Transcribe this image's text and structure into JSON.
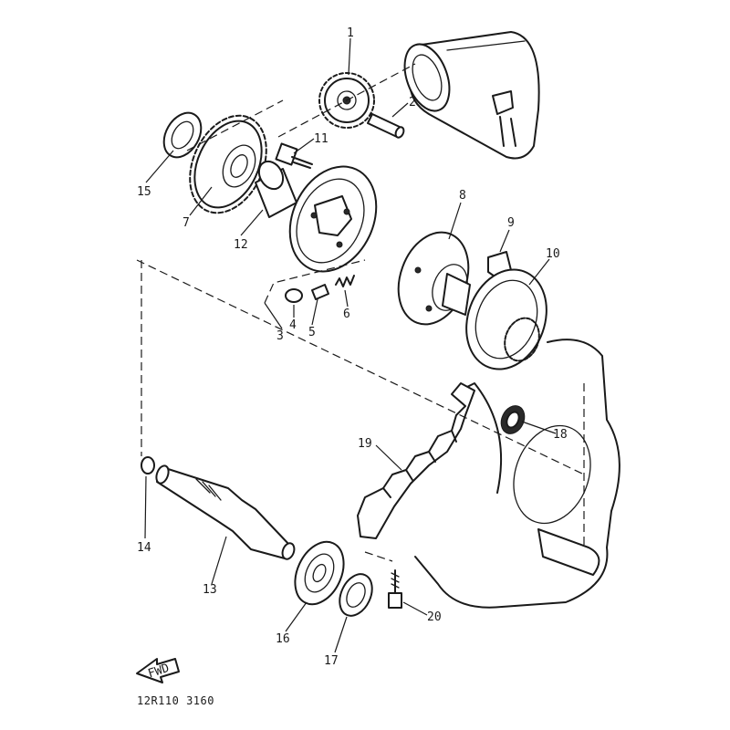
{
  "diagram": {
    "drawing_code": "12R110 3160",
    "front_arrow_label": "FWD",
    "callouts": [
      {
        "id": "1",
        "label": "1"
      },
      {
        "id": "2",
        "label": "2"
      },
      {
        "id": "3",
        "label": "3"
      },
      {
        "id": "4",
        "label": "4"
      },
      {
        "id": "5",
        "label": "5"
      },
      {
        "id": "6",
        "label": "6"
      },
      {
        "id": "7",
        "label": "7"
      },
      {
        "id": "8",
        "label": "8"
      },
      {
        "id": "9",
        "label": "9"
      },
      {
        "id": "10",
        "label": "10"
      },
      {
        "id": "11",
        "label": "11"
      },
      {
        "id": "12",
        "label": "12"
      },
      {
        "id": "13",
        "label": "13"
      },
      {
        "id": "14",
        "label": "14"
      },
      {
        "id": "15",
        "label": "15"
      },
      {
        "id": "16",
        "label": "16"
      },
      {
        "id": "17",
        "label": "17"
      },
      {
        "id": "18",
        "label": "18"
      },
      {
        "id": "19",
        "label": "19"
      },
      {
        "id": "20",
        "label": "20"
      }
    ]
  }
}
